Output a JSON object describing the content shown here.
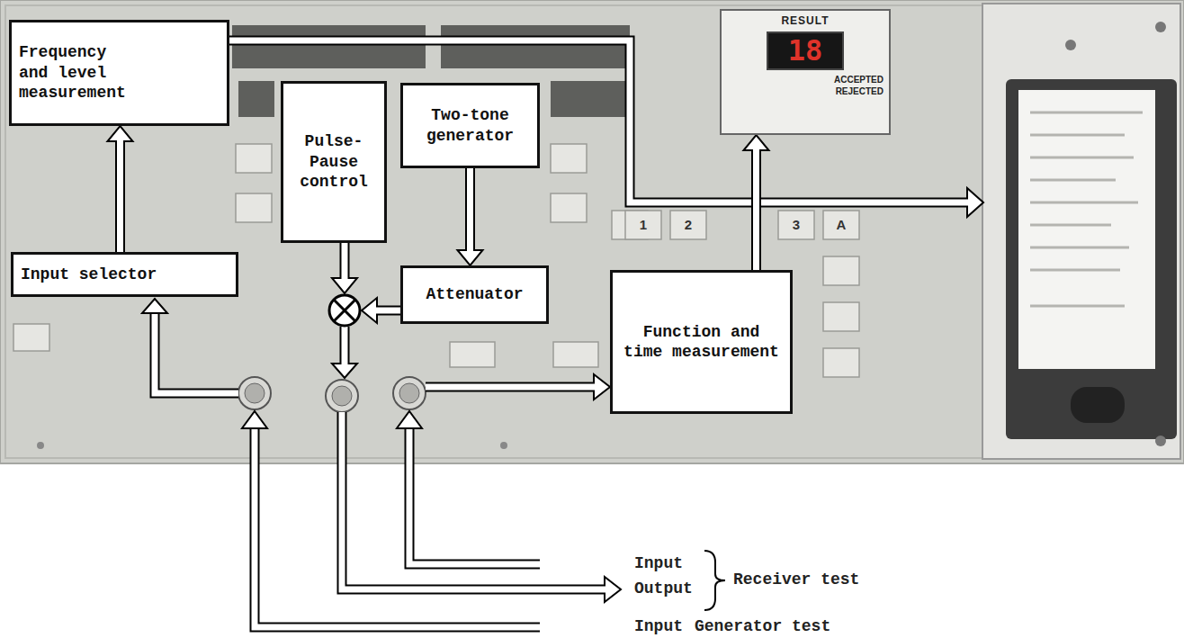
{
  "diagram": {
    "nodes": [
      {
        "text": [
          "Frequency and level measurement"
        ]
      },
      {
        "text": [
          "RESULT",
          "18",
          "ACCEPTED",
          "REJECTED"
        ]
      },
      {
        "text": [
          "Pulse-Pause control"
        ]
      },
      {
        "text": [
          "Two-tone generator"
        ]
      },
      {
        "text": [
          "Input selector"
        ]
      },
      {
        "text": [
          "Attenuator"
        ]
      },
      {
        "text": [
          "Function and time measurement"
        ]
      }
    ],
    "edges": [
      {
        "from": 4,
        "to": 0,
        "arrow": "to"
      },
      {
        "from": 3,
        "to": 5,
        "arrow": "to"
      },
      {
        "from": 6,
        "to": 1,
        "arrow": "to"
      }
    ],
    "labels": [
      "1",
      "2",
      "3",
      "A",
      "Input",
      "Output",
      "Receiver test",
      "Input",
      "Generator test"
    ]
  }
}
